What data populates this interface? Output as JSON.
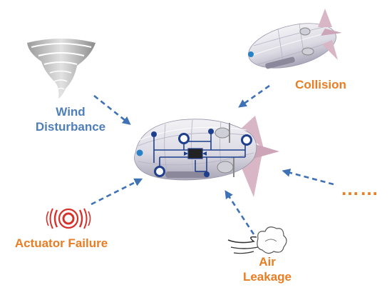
{
  "colors": {
    "wind": "#4f7fb8",
    "collision": "#e87d24",
    "actuator": "#e87d24",
    "air_leakage": "#e87d24",
    "ellipsis": "#e87d24",
    "arrow": "#3f72b5",
    "circuit": "#1e3f8c",
    "airship_body": "#dedde6",
    "airship_shade": "#b7b5c4",
    "airship_fin": "#d9b6c6"
  },
  "labels": {
    "wind_line1": "Wind",
    "wind_line2": "Disturbance",
    "collision": "Collision",
    "actuator": "Actuator Failure",
    "air_line1": "Air",
    "air_line2": "Leakage",
    "more": "……"
  },
  "icons": {
    "tornado": "tornado-icon",
    "actuator": "vibrating-actuator-icon",
    "air": "air-leak-puff-icon",
    "airship_main": "airship-icon",
    "airship_other": "airship-icon"
  }
}
